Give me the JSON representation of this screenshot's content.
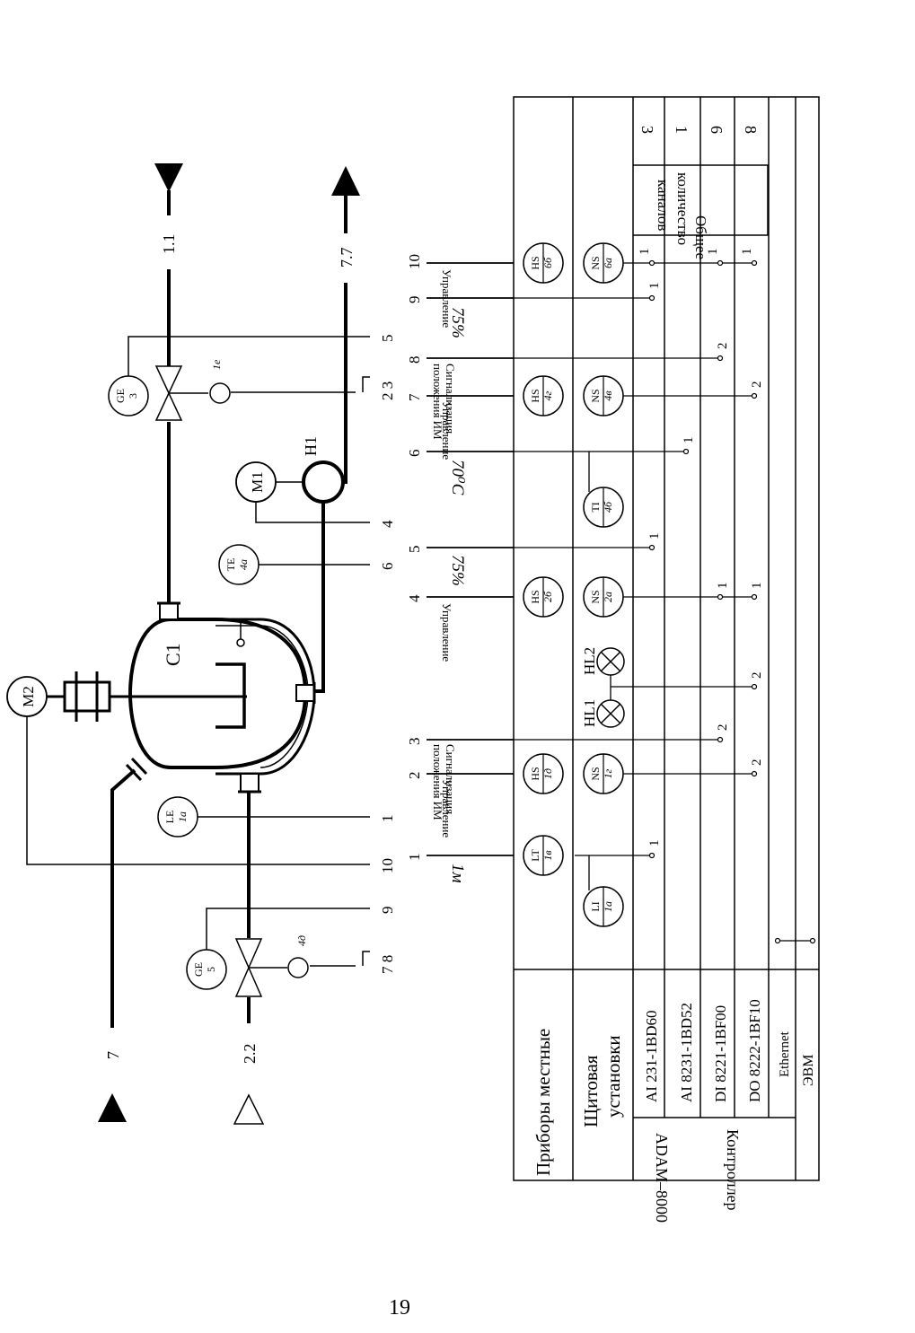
{
  "page_number": "19",
  "equipment": {
    "reactor": "C1",
    "pump": "H1",
    "motor_pump": "M1",
    "motor_mixer": "M2"
  },
  "flows": {
    "f1_1": "1.1",
    "f7_7": "7.7",
    "f7": "7",
    "f2_2": "2.2"
  },
  "field_instruments": {
    "GE3": [
      "GE",
      "3"
    ],
    "GE5": [
      "GE",
      "5"
    ],
    "TE4a": [
      "TE",
      "4а"
    ],
    "LE1a": [
      "LE",
      "1а"
    ],
    "act_1e": "1е",
    "act_4d": "4д"
  },
  "line_numbers": {
    "n5_top": "5",
    "n23": "2 3",
    "n4": "4",
    "n6": "6",
    "n1": "1",
    "n10": "10",
    "n9": "9",
    "n78": "7 8"
  },
  "channel_numbers": {
    "c10": "10",
    "c9": "9",
    "c8": "8",
    "c7": "7",
    "c6": "6",
    "c5": "5",
    "c4": "4",
    "c3": "3",
    "c2": "2",
    "c1": "1"
  },
  "labels": {
    "control_1": "Управление",
    "control_2": "Управление",
    "control_3": "Управление",
    "control_4": "Управление",
    "signal_1": "Сигнализация",
    "signal_1b": "положения ИМ",
    "signal_2": "Сигнализация",
    "signal_2b": "положения ИМ",
    "val_75a": "75%",
    "val_75b": "75%",
    "val_70c": "70⁰С",
    "val_1m": "1м",
    "HL1": "HL1",
    "HL2": "HL2"
  },
  "panel_instruments": {
    "HS6b": [
      "HS",
      "6б"
    ],
    "NS6a": [
      "NS",
      "6а"
    ],
    "HS4g": [
      "HS",
      "4г"
    ],
    "NS4v": [
      "NS",
      "4в"
    ],
    "TI4b": [
      "TI",
      "4б"
    ],
    "HS2b": [
      "HS",
      "2б"
    ],
    "NS2a": [
      "NS",
      "2а"
    ],
    "HS1d": [
      "HS",
      "1д"
    ],
    "NS1g": [
      "NS",
      "1г"
    ],
    "LT1v": [
      "LT",
      "1в"
    ],
    "LI1a": [
      "LI",
      "1а"
    ]
  },
  "table": {
    "row_local": "Приборы местные",
    "row_panel_1": "Щитовая",
    "row_panel_2": "установки",
    "ai1": "AI 231-1BD60",
    "ai2": "AI 8231-1BD52",
    "di": "DI 8221-1BF00",
    "do": "DO 8222-1BF10",
    "eth": "Ethernet",
    "evm": "ЭВМ",
    "controller_1": "Контроллер",
    "controller_2": "ADAM–8000",
    "total_1": "Общее",
    "total_2": "количество",
    "total_3": "каналов",
    "count_ai1": "3",
    "count_ai2": "1",
    "count_di": "6",
    "count_do": "8"
  },
  "wire_counts": {
    "w_hs6b_ai": "1",
    "w_hs6b_di": "1",
    "w_hs6b_do": "1",
    "w_c9_ai": "1",
    "w_c8_di": "2",
    "w_c7_do": "2",
    "w_c6_ai2": "1",
    "w_c5_ai": "1",
    "w_hs2b_di": "1",
    "w_hs2b_do": "1",
    "w_hl_do": "2",
    "w_c3_di": "2",
    "w_hs1d_do": "2",
    "w_lt_ai": "1"
  }
}
